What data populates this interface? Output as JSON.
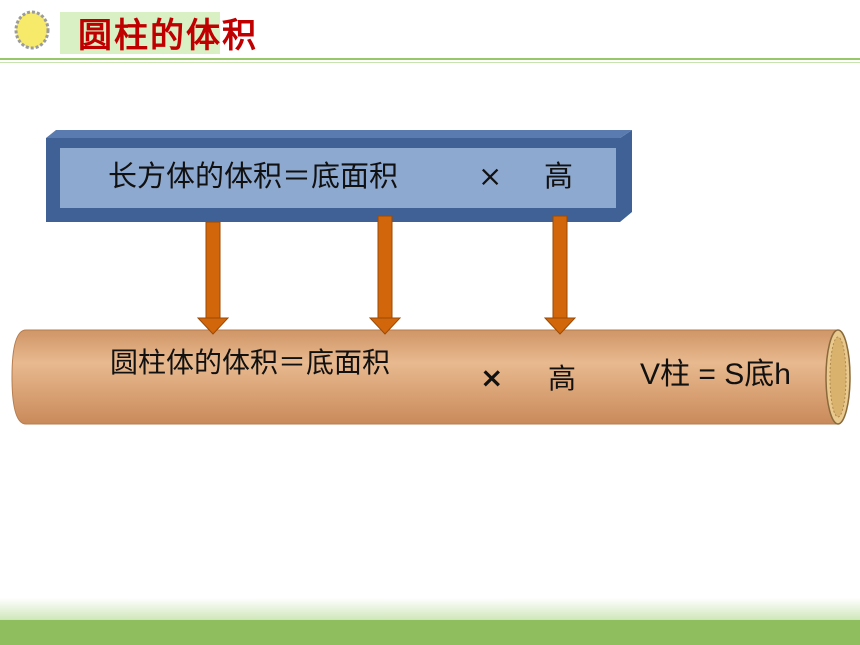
{
  "title": "圆柱的体积",
  "cuboid": {
    "label": "长方体的体积＝底面积",
    "operator": "×",
    "height": "高"
  },
  "cylinder": {
    "label": "圆柱体的体积＝底面积",
    "operator": "×",
    "height": "高",
    "formula": "V柱 = S底h"
  },
  "colors": {
    "title": "#c00000",
    "box_face": "#8ea9d0",
    "box_frame": "#3f6195",
    "arrow": "#d2660a",
    "cylinder": "#d8a070",
    "footer": "#8fbe5f"
  },
  "icons": {
    "deco": "yellow-circle-icon"
  }
}
